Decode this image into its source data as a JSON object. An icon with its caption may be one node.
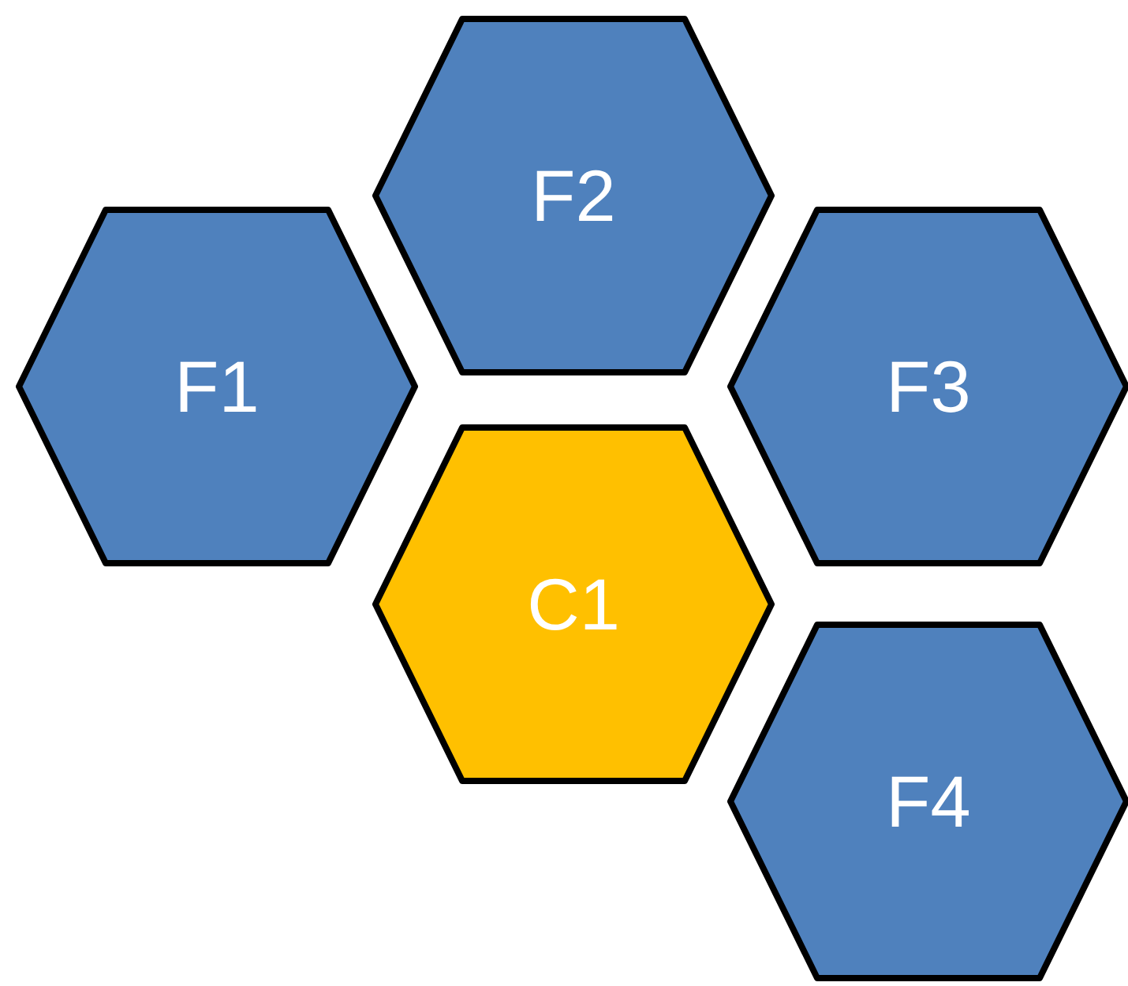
{
  "diagram": {
    "nodes": [
      {
        "text": [
          "F2"
        ]
      },
      {
        "text": [
          "F1"
        ]
      },
      {
        "text": [
          "F3"
        ]
      },
      {
        "text": [
          "C1"
        ]
      },
      {
        "text": [
          "F4"
        ]
      }
    ]
  }
}
